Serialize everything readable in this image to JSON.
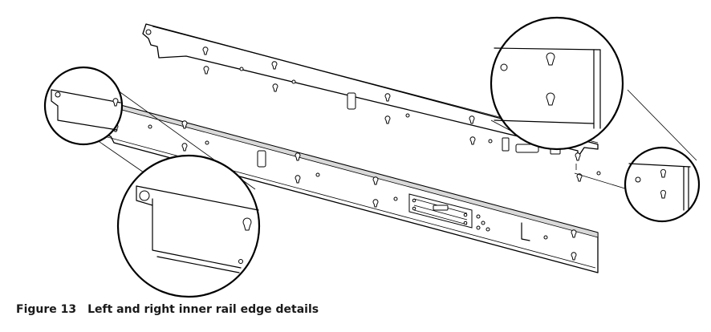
{
  "caption": {
    "figure_number": "Figure 13",
    "title": "Left and right inner rail edge details"
  },
  "diagram": {
    "components": [
      "back-inner-rail",
      "front-inner-rail"
    ],
    "detail_callouts": [
      "left-edge-detail",
      "right-edge-detail",
      "upper-right-detail",
      "lower-left-magnified-detail"
    ]
  }
}
